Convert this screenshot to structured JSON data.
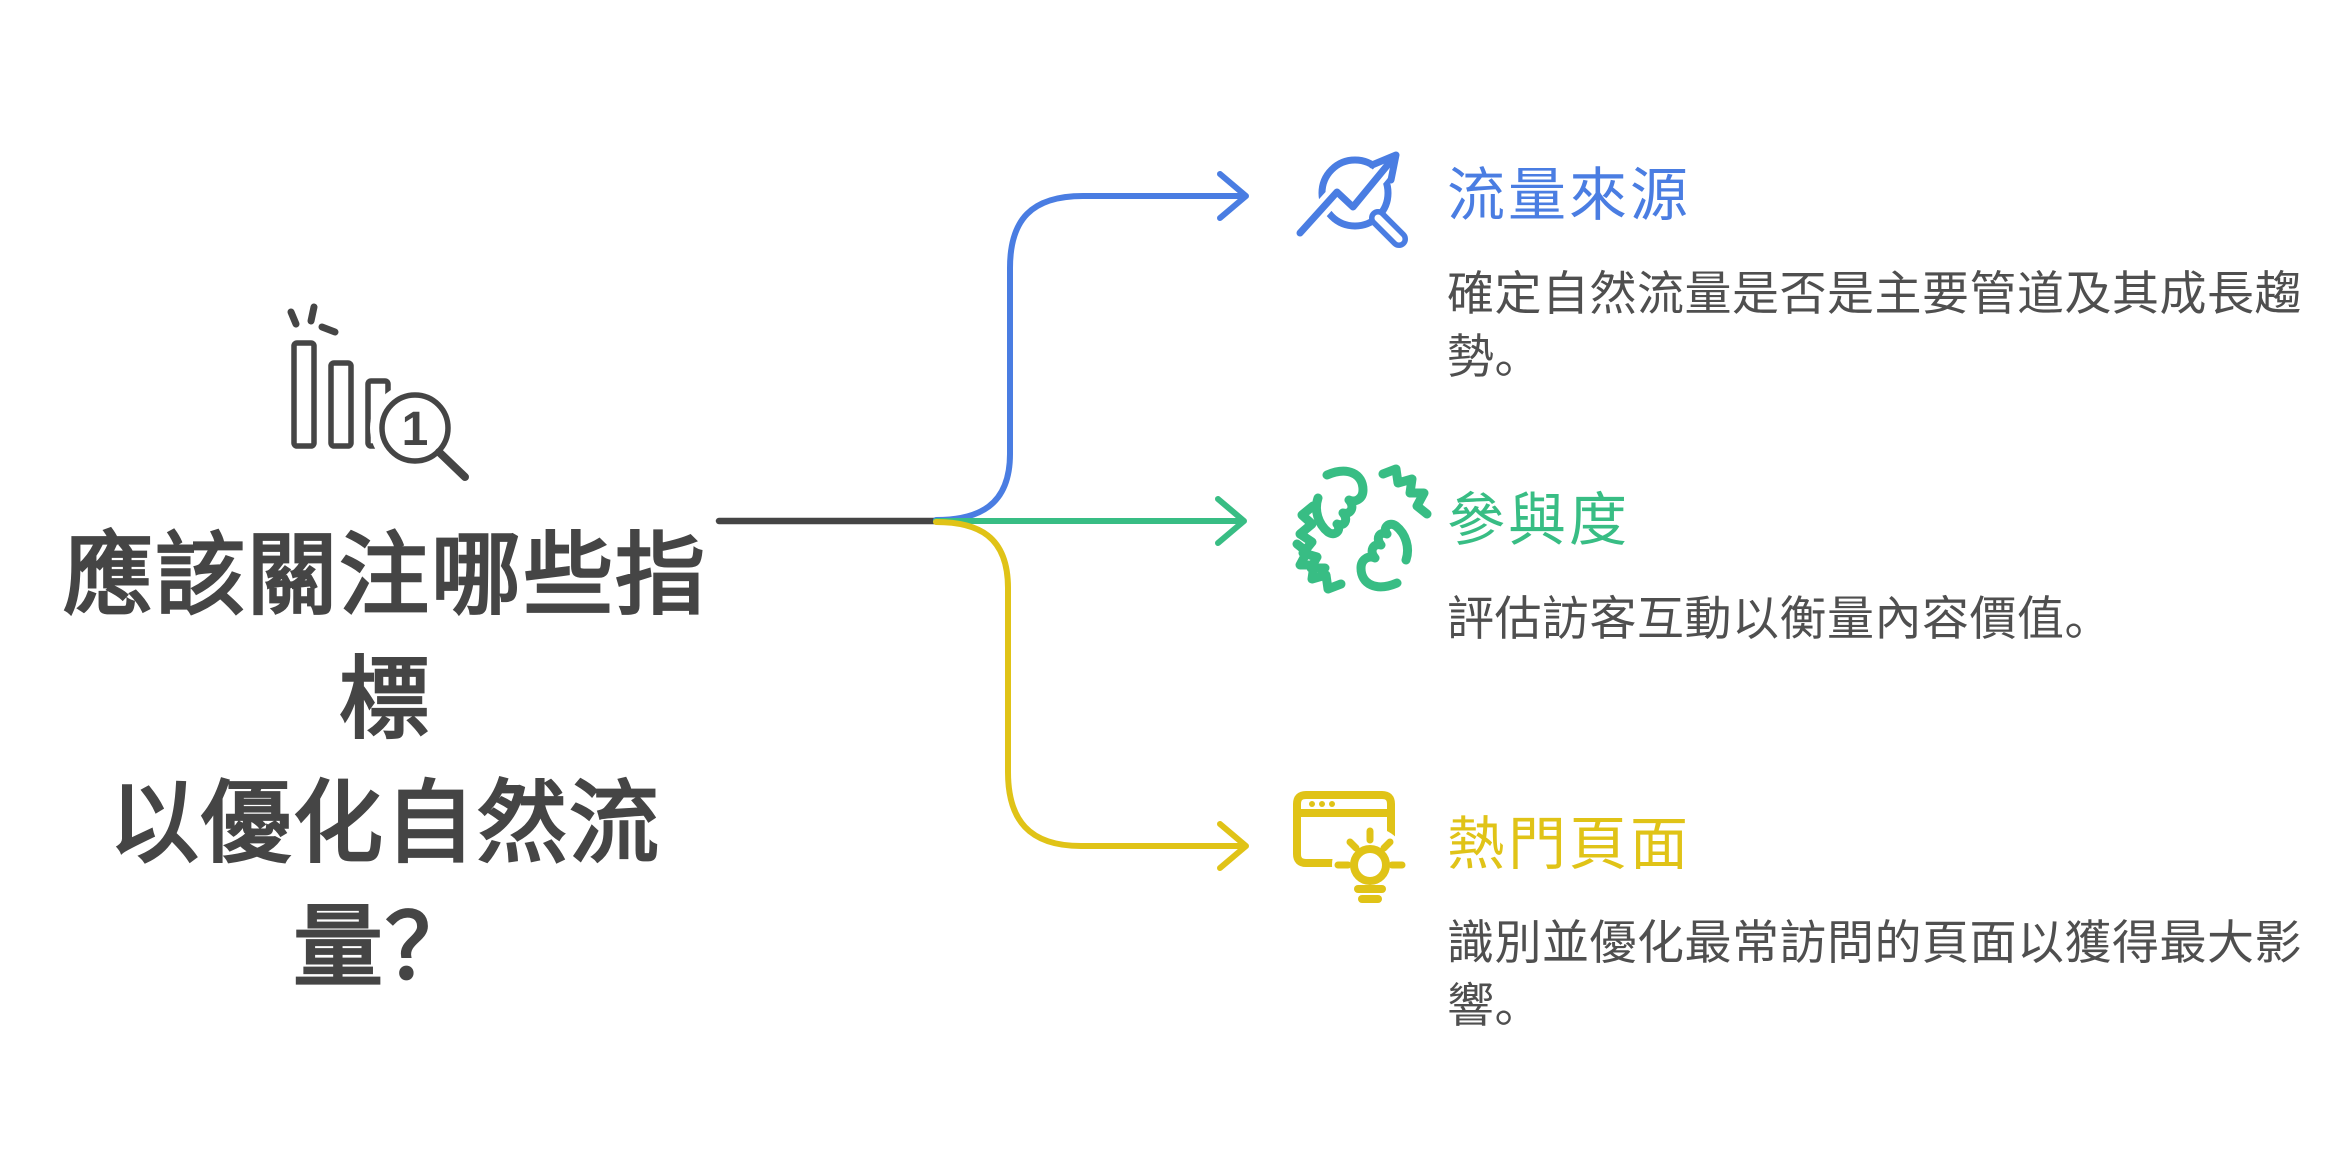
{
  "colors": {
    "ink": "#454545",
    "text": "#4f4f4f",
    "blue": "#4a7de2",
    "green": "#38bd84",
    "yellow": "#e0c317",
    "bg": "#ffffff"
  },
  "central": {
    "icon": "bar-chart-rank-magnifier-icon",
    "badge": "1",
    "title_lines": [
      "應該關注哪些指標",
      "以優化自然流量？"
    ]
  },
  "branches": [
    {
      "id": "traffic-sources",
      "color": "#4a7de2",
      "icon": "trend-magnifier-icon",
      "title": "流量來源",
      "description": "確定自然流量是否是主要管道及其成長趨勢。"
    },
    {
      "id": "engagement",
      "color": "#38bd84",
      "icon": "clasped-hands-icon",
      "title": "參與度",
      "description": "評估訪客互動以衡量內容價值。"
    },
    {
      "id": "top-pages",
      "color": "#e0c317",
      "icon": "browser-lightbulb-icon",
      "title": "熱門頁面",
      "description": "識別並優化最常訪問的頁面以獲得最大影響。"
    }
  ]
}
